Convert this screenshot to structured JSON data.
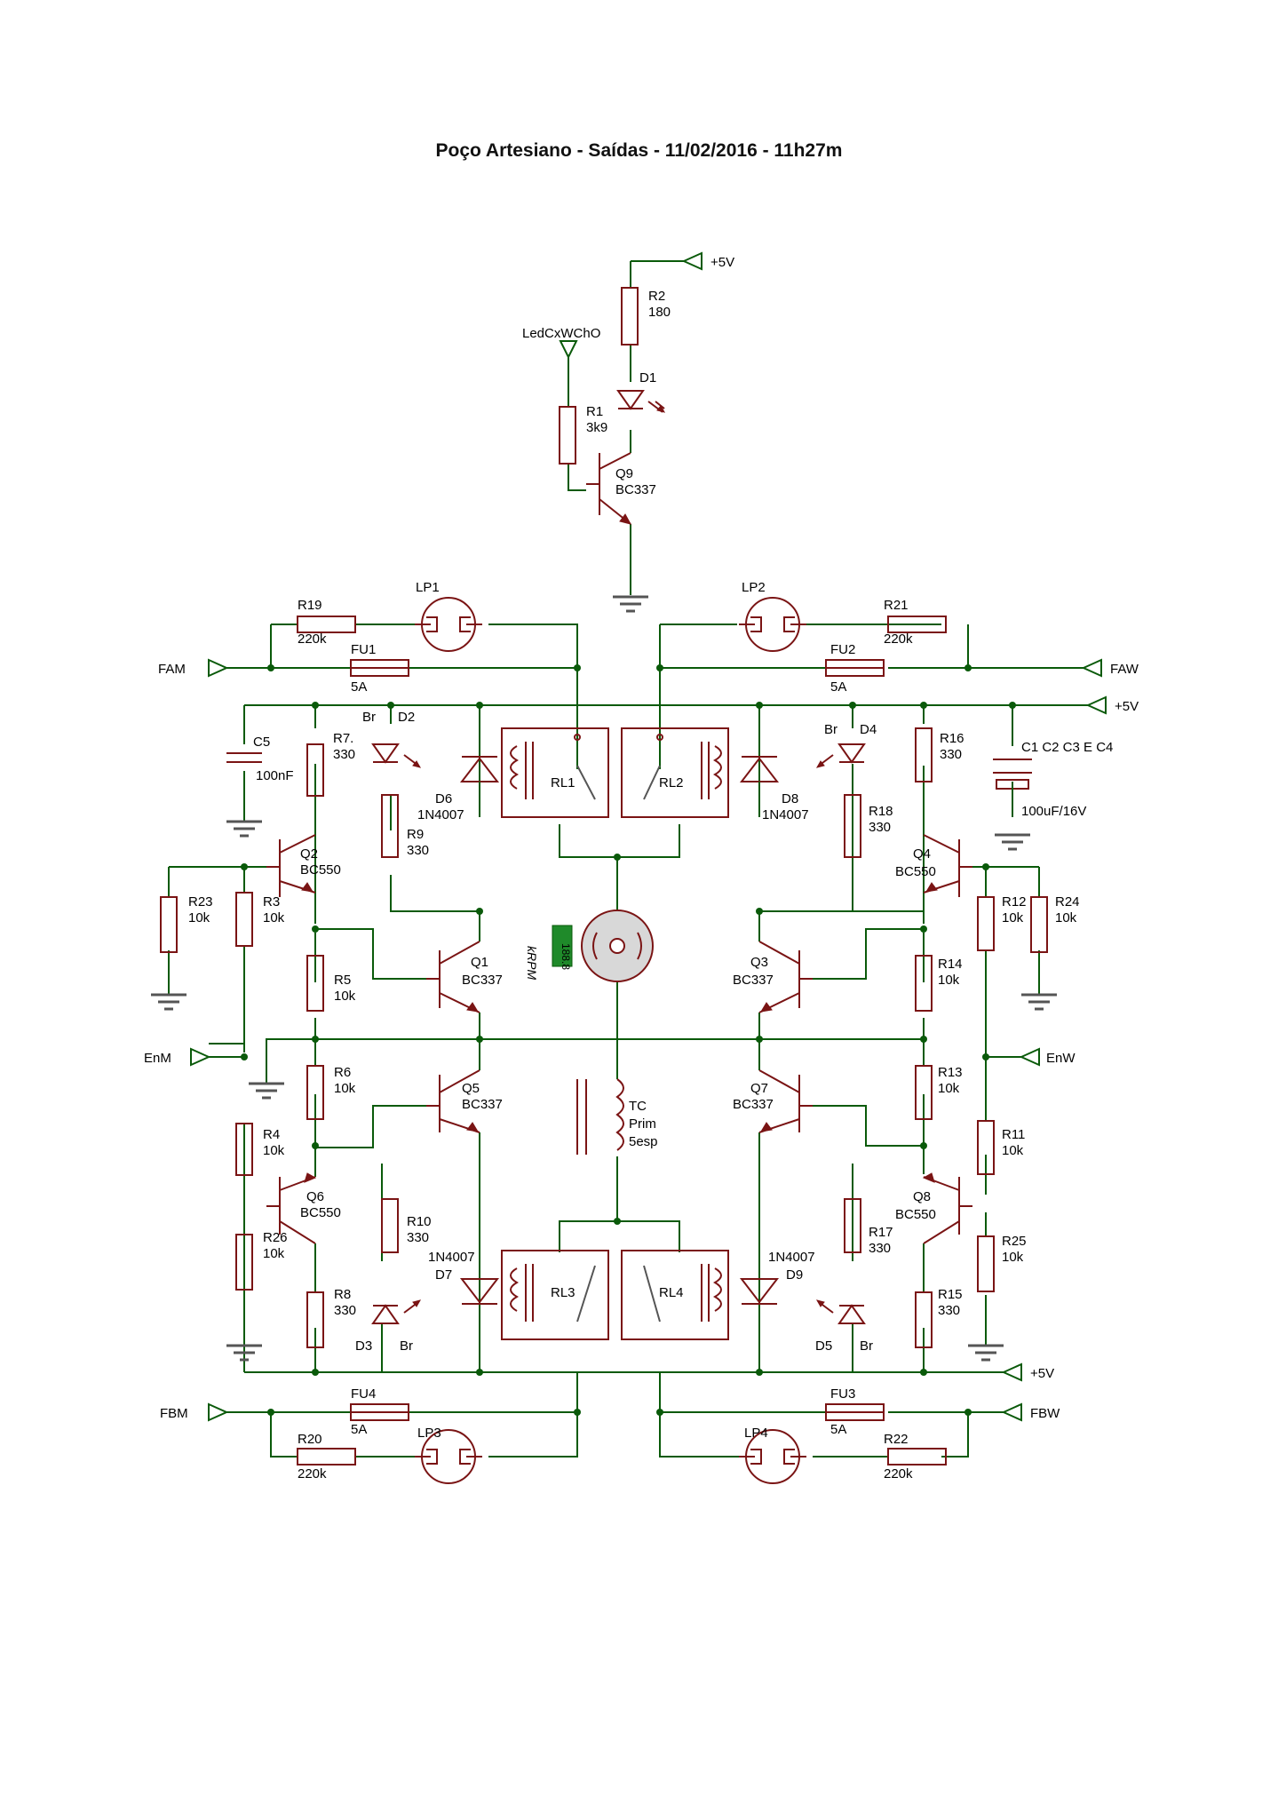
{
  "title": "Poço Artesiano - Saídas - 11/02/2016 - 11h27m",
  "colors": {
    "wire": "#0a5a0a",
    "component": "#7a1414",
    "meter": "#1f8a2a"
  },
  "nets": {
    "v5_top": "+5V",
    "v5_rail": "+5V",
    "v5_bottom": "+5V",
    "led": "LedCxWChO",
    "fam": "FAM",
    "faw": "FAW",
    "enm": "EnM",
    "enw": "EnW",
    "fbm": "FBM",
    "fbw": "FBW"
  },
  "components": {
    "R1": {
      "name": "R1",
      "value": "3k9"
    },
    "R2": {
      "name": "R2",
      "value": "180"
    },
    "R3": {
      "name": "R3",
      "value": "10k"
    },
    "R4": {
      "name": "R4",
      "value": "10k"
    },
    "R5": {
      "name": "R5",
      "value": "10k"
    },
    "R6": {
      "name": "R6",
      "value": "10k"
    },
    "R7": {
      "name": "R7.",
      "value": "330"
    },
    "R8": {
      "name": "R8",
      "value": "330"
    },
    "R9": {
      "name": "R9",
      "value": "330"
    },
    "R10": {
      "name": "R10",
      "value": "330"
    },
    "R11": {
      "name": "R11",
      "value": "10k"
    },
    "R12": {
      "name": "R12",
      "value": "10k"
    },
    "R13": {
      "name": "R13",
      "value": "10k"
    },
    "R14": {
      "name": "R14",
      "value": "10k"
    },
    "R15": {
      "name": "R15",
      "value": "330"
    },
    "R16": {
      "name": "R16",
      "value": "330"
    },
    "R17": {
      "name": "R17",
      "value": "330"
    },
    "R18": {
      "name": "R18",
      "value": "330"
    },
    "R19": {
      "name": "R19",
      "value": "220k"
    },
    "R20": {
      "name": "R20",
      "value": "220k"
    },
    "R21": {
      "name": "R21",
      "value": "220k"
    },
    "R22": {
      "name": "R22",
      "value": "220k"
    },
    "R23": {
      "name": "R23",
      "value": "10k"
    },
    "R24": {
      "name": "R24",
      "value": "10k"
    },
    "R25": {
      "name": "R25",
      "value": "10k"
    },
    "R26": {
      "name": "R26",
      "value": "10k"
    },
    "Q1": {
      "name": "Q1",
      "value": "BC337"
    },
    "Q2": {
      "name": "Q2",
      "value": "BC550"
    },
    "Q3": {
      "name": "Q3",
      "value": "BC337"
    },
    "Q4": {
      "name": "Q4",
      "value": "BC550"
    },
    "Q5": {
      "name": "Q5",
      "value": "BC337"
    },
    "Q6": {
      "name": "Q6",
      "value": "BC550"
    },
    "Q7": {
      "name": "Q7",
      "value": "BC337"
    },
    "Q8": {
      "name": "Q8",
      "value": "BC550"
    },
    "Q9": {
      "name": "Q9",
      "value": "BC337"
    },
    "D1": {
      "name": "D1"
    },
    "D2": {
      "name": "D2",
      "value": "Br"
    },
    "D3": {
      "name": "D3",
      "value": "Br"
    },
    "D4": {
      "name": "D4",
      "value": "Br"
    },
    "D5": {
      "name": "D5",
      "value": "Br"
    },
    "D6": {
      "name": "D6",
      "value": "1N4007"
    },
    "D7": {
      "name": "D7",
      "value": "1N4007"
    },
    "D8": {
      "name": "D8",
      "value": "1N4007"
    },
    "D9": {
      "name": "D9",
      "value": "1N4007"
    },
    "FU1": {
      "name": "FU1",
      "value": "5A"
    },
    "FU2": {
      "name": "FU2",
      "value": "5A"
    },
    "FU3": {
      "name": "FU3",
      "value": "5A"
    },
    "FU4": {
      "name": "FU4",
      "value": "5A"
    },
    "LP1": {
      "name": "LP1"
    },
    "LP2": {
      "name": "LP2"
    },
    "LP3": {
      "name": "LP3"
    },
    "LP4": {
      "name": "LP4"
    },
    "RL1": {
      "name": "RL1"
    },
    "RL2": {
      "name": "RL2"
    },
    "RL3": {
      "name": "RL3"
    },
    "RL4": {
      "name": "RL4"
    },
    "C5": {
      "name": "C5",
      "value": "100nF"
    },
    "C1": {
      "name": "C1 C2 C3 E C4",
      "value": "100uF/16V"
    },
    "TC": {
      "name": "TC",
      "line2": "Prim",
      "line3": "5esp"
    },
    "motor": {
      "unit": "kRPM",
      "reading": "188.8"
    }
  }
}
